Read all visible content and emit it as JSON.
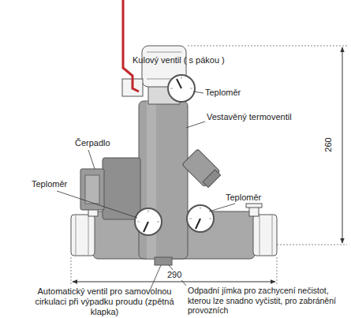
{
  "diagram": {
    "labels": [
      "Kulový ventil ( s pákou )",
      "Teploměr",
      "Vestavěný termoventil",
      "Čerpadlo",
      "Teploměr",
      "Teploměr",
      "260",
      "290",
      "Automatický ventil pro samovolnou cirkulaci při výpadku proudu (zpětná klapka)",
      "Odpadní jímka pro zachycení nečistot, kterou lze snadno vyčistit, pro zabránění provozních"
    ]
  }
}
